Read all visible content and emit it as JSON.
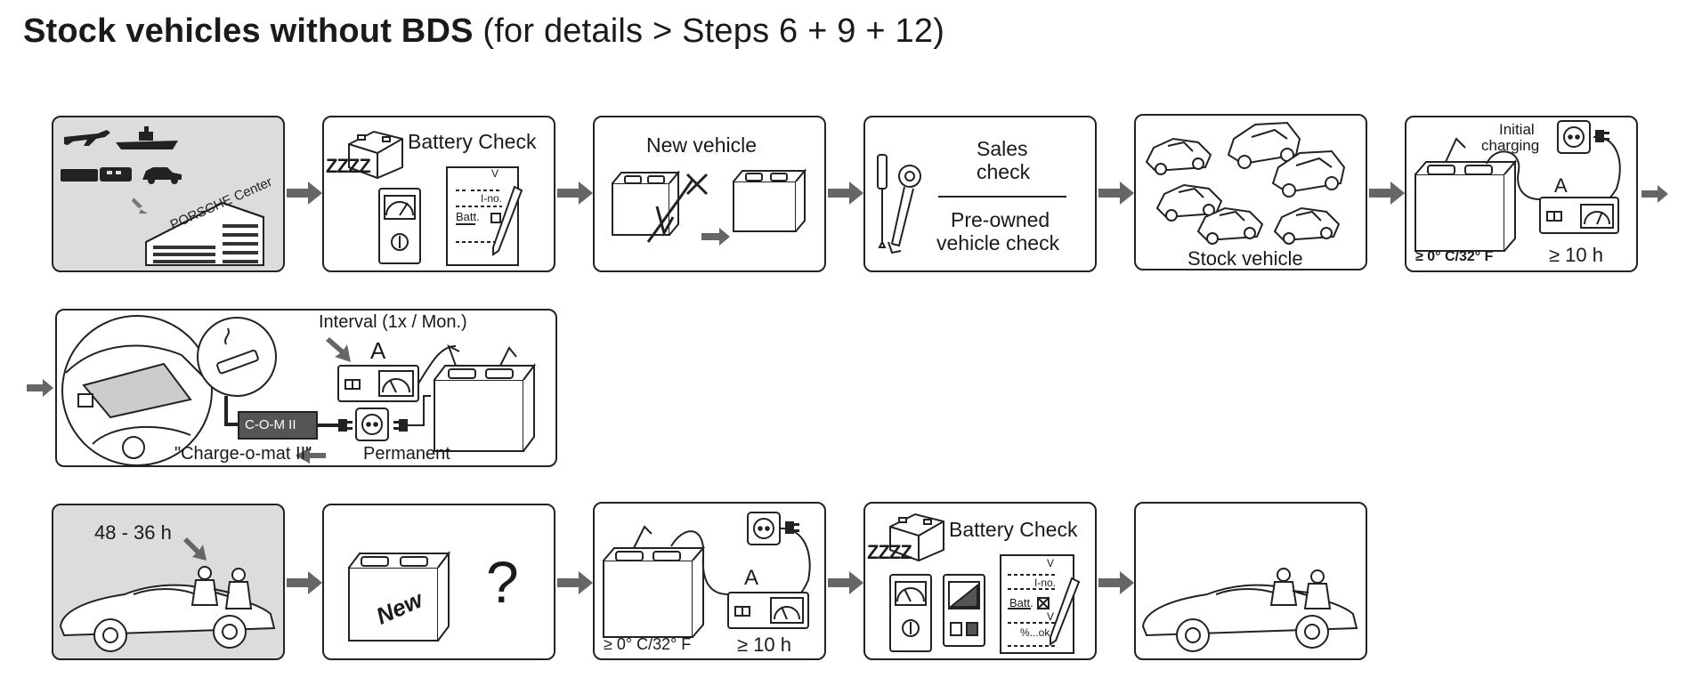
{
  "title": {
    "bold": "Stock vehicles without BDS",
    "normal": "(for details > Steps 6 + 9 + 12)"
  },
  "steps": {
    "battery_check": {
      "label": "Battery Check",
      "zzz": "ZZZZ",
      "form_v": "V",
      "form_ino": "I-no.",
      "form_batt": "Batt."
    },
    "new_vehicle": {
      "label": "New vehicle"
    },
    "sales_check": {
      "line1": "Sales",
      "line2": "check",
      "line3": "Pre-owned",
      "line4": "vehicle check"
    },
    "stock_vehicle": {
      "label": "Stock  vehicle"
    },
    "initial_charging": {
      "line1": "Initial",
      "line2": "charging",
      "amp": "A",
      "temp": "≥ 0° C/32° F",
      "hours": "≥ 10 h"
    },
    "charge_o_mat": {
      "interval": "Interval (1x / Mon.)",
      "amp": "A",
      "device": "C-O-M II",
      "name": "\"Charge-o-mat II\"",
      "permanent": "Permanent"
    },
    "handover": {
      "hours": "48 - 36 h"
    },
    "new_battery": {
      "battery_text": "New",
      "question": "?"
    },
    "recharge": {
      "amp": "A",
      "temp": "≥ 0° C/32° F",
      "hours": "≥ 10 h"
    },
    "battery_check_2": {
      "label": "Battery Check",
      "zzz": "ZZZZ",
      "form_v": "V",
      "form_ino": "I-no.",
      "form_batt": "Batt.",
      "form_v2": "V",
      "form_pct": "%...ok"
    }
  }
}
